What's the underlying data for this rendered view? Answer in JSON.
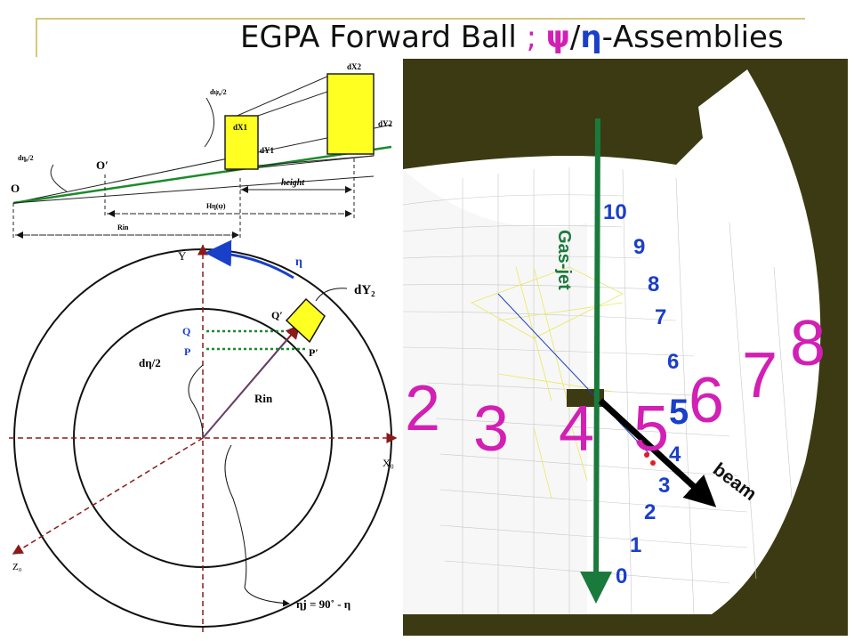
{
  "title": {
    "part1": "EGPA Forward Ball ",
    "semicolon": ";",
    "space": " ",
    "psi": "ψ",
    "slash": "/",
    "eta": "η",
    "part2": "-Assemblies"
  },
  "top_diagram": {
    "origin": "O",
    "origin_prime": "O′",
    "d_eta_half": "dη₀/2",
    "d_psi_half": "dψ₀/2",
    "dX1": "dX1",
    "dY1": "dY1",
    "dX2": "dX2",
    "dY2": "dY2",
    "height": "height",
    "H_label": "Hη(ψ)",
    "R_in": "Rin"
  },
  "circle_diagram": {
    "Y": "Y",
    "X0": "X₀",
    "Z0": "Z₀",
    "eta": "η",
    "dY2": "dY₂",
    "Q_prime": "Q′",
    "P_prime": "P′",
    "Q": "Q",
    "P": "P",
    "d_eta_half": "dη/2",
    "R_in": "Rin",
    "eta_j": "ηj = 90˚ - η"
  },
  "detector": {
    "gas_jet": "Gas-jet",
    "beam": "beam",
    "blue_numbers": [
      "0",
      "1",
      "2",
      "3",
      "4",
      "5",
      "6",
      "7",
      "8",
      "9",
      "10"
    ],
    "magenta_numbers": [
      "2",
      "3",
      "4",
      "5",
      "6",
      "7",
      "8"
    ]
  },
  "colors": {
    "background_panel": "#3b3a12",
    "gas_jet": "#1a7a3c",
    "magenta": "#d21fb4",
    "blue": "#1a3fc9",
    "yellow": "#ffff22"
  }
}
